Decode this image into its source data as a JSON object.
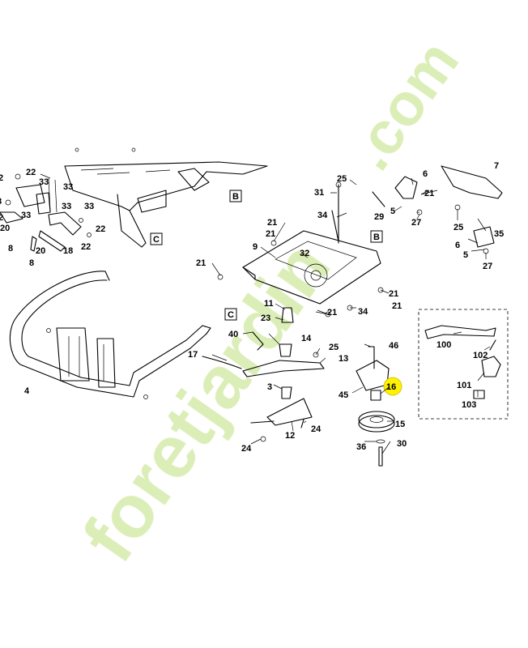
{
  "watermark": {
    "text_main": "foretjardin",
    "text_domain": ".com",
    "colors": {
      "fore": "#d9ecb0",
      "accent": "#f5d9a8"
    }
  },
  "highlight": {
    "label": "16",
    "color": "#fff200"
  },
  "ref_letters": [
    "B",
    "C",
    "B",
    "C"
  ],
  "labels": {
    "l22a": "22",
    "l2a": "2",
    "l33a": "33",
    "l33b": "33",
    "l33c": "33",
    "l33d": "33",
    "l8a": "8",
    "l2b": "2",
    "l20a": "20",
    "l8b": "8",
    "l22b": "22",
    "l22c": "22",
    "l20b": "20",
    "l18": "18",
    "l8c": "8",
    "l4": "4",
    "l31": "31",
    "l25a": "25",
    "l29": "29",
    "l34a": "34",
    "l21a": "21",
    "l9": "9",
    "l32": "32",
    "l21b": "21",
    "l21c": "21",
    "l21d": "21",
    "l34b": "34",
    "l21e": "21",
    "l11": "11",
    "l23": "23",
    "l21f": "21",
    "l14": "14",
    "l40": "40",
    "l25b": "25",
    "l13": "13",
    "l17": "17",
    "l46": "46",
    "l3": "3",
    "l45": "45",
    "l12": "12",
    "l24a": "24",
    "l24b": "24",
    "l15": "15",
    "l36": "36",
    "l30": "30",
    "l6a": "6",
    "l21g": "21",
    "l5a": "5",
    "l27a": "27",
    "l25c": "25",
    "l7": "7",
    "l35": "35",
    "l6b": "6",
    "l5b": "5",
    "l27b": "27",
    "l100": "100",
    "l102": "102",
    "l101": "101",
    "l103": "103"
  }
}
